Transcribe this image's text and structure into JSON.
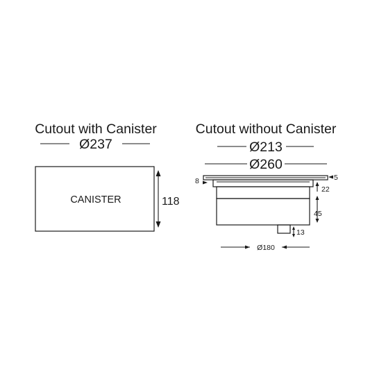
{
  "left": {
    "heading": "Cutout with Canister",
    "diameter": "Ø237",
    "box_label": "CANISTER",
    "height": "118"
  },
  "right": {
    "heading": "Cutout without Canister",
    "diameter_inner": "Ø213",
    "diameter_outer": "Ø260",
    "flange_overhang": "8",
    "flange_thickness": "5",
    "upper_body_height": "22",
    "lower_body_height": "45",
    "stub_height": "13",
    "base_diameter": "Ø180"
  }
}
